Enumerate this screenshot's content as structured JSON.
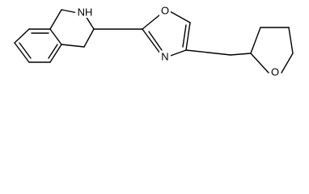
{
  "molecule": {
    "atom_labels": {
      "nh": "NH",
      "ring_o": "O",
      "ring_n": "N",
      "thf_o": "O"
    }
  }
}
